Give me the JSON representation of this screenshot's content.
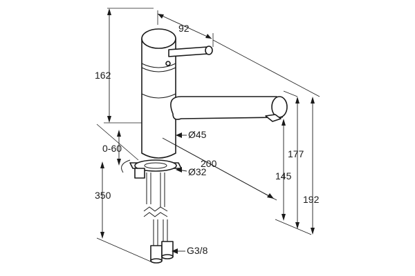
{
  "dimensions": {
    "spout_reach_top": "92",
    "height_to_lever": "162",
    "body_diameter": "Ø45",
    "deck_thickness": "0-60",
    "spout_projection": "200",
    "hole_diameter": "Ø32",
    "spout_clearance": "145",
    "spout_height": "177",
    "total_height": "192",
    "hose_length": "350",
    "connection_thread": "G3/8"
  }
}
